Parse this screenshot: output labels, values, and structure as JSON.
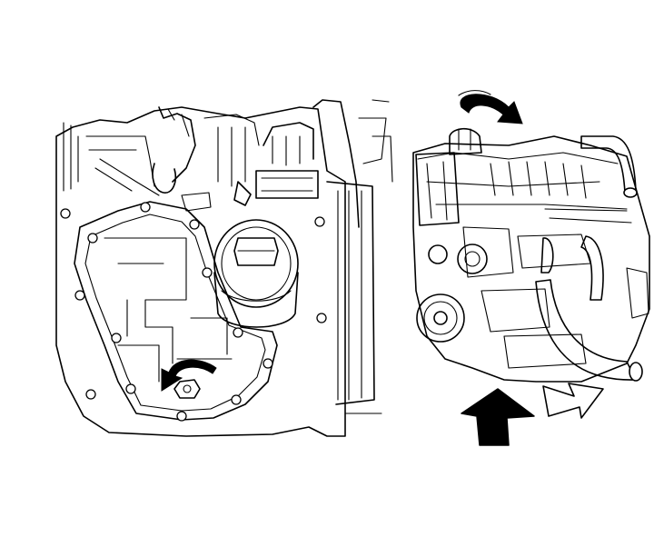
{
  "figure": {
    "colors": {
      "line": "#000000",
      "background": "#ffffff",
      "arrow_fill": "#000000",
      "outline_arrow_fill": "#ffffff"
    },
    "left_view": {
      "icons": [
        "engine-front-view",
        "oil-filter",
        "crankshaft-bolt",
        "clockwise-rotation-arrow"
      ]
    },
    "right_view": {
      "icons": [
        "engine-perspective-view",
        "rotation-arrow",
        "solid-direction-arrow",
        "outline-direction-arrow"
      ]
    }
  }
}
